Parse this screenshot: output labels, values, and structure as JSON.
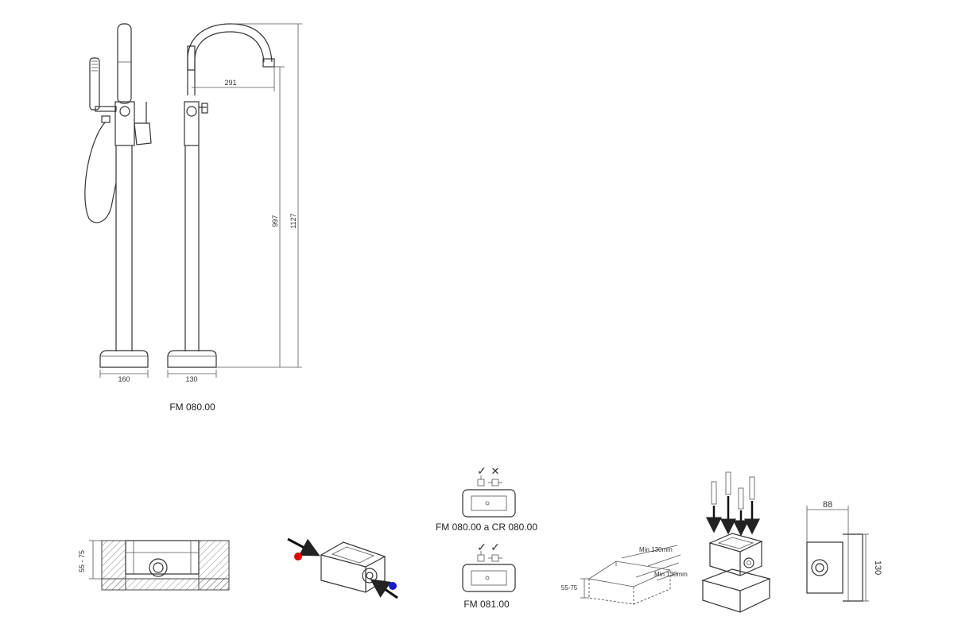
{
  "main_drawing": {
    "model_caption": "FM 080.00",
    "dimensions": {
      "spout_reach": "291",
      "spout_height": "997",
      "total_height": "1127",
      "base_front_width": "160",
      "base_side_width": "130"
    }
  },
  "installation": {
    "embed_depth": "55 - 75",
    "compatibility": [
      {
        "caption": "FM 080.00 a CR 080.00",
        "marks": [
          "✓",
          "✕"
        ]
      },
      {
        "caption": "FM 081.00",
        "marks": [
          "✓",
          "✓"
        ]
      }
    ],
    "excavation": {
      "min_width_1": "Min 130mm",
      "min_width_2": "Min 130mm",
      "depth": "55-75"
    },
    "box_dimensions": {
      "width": "88",
      "height": "130"
    }
  },
  "colors": {
    "hot_indicator": "#e00000",
    "cold_indicator": "#1a1ad0"
  }
}
